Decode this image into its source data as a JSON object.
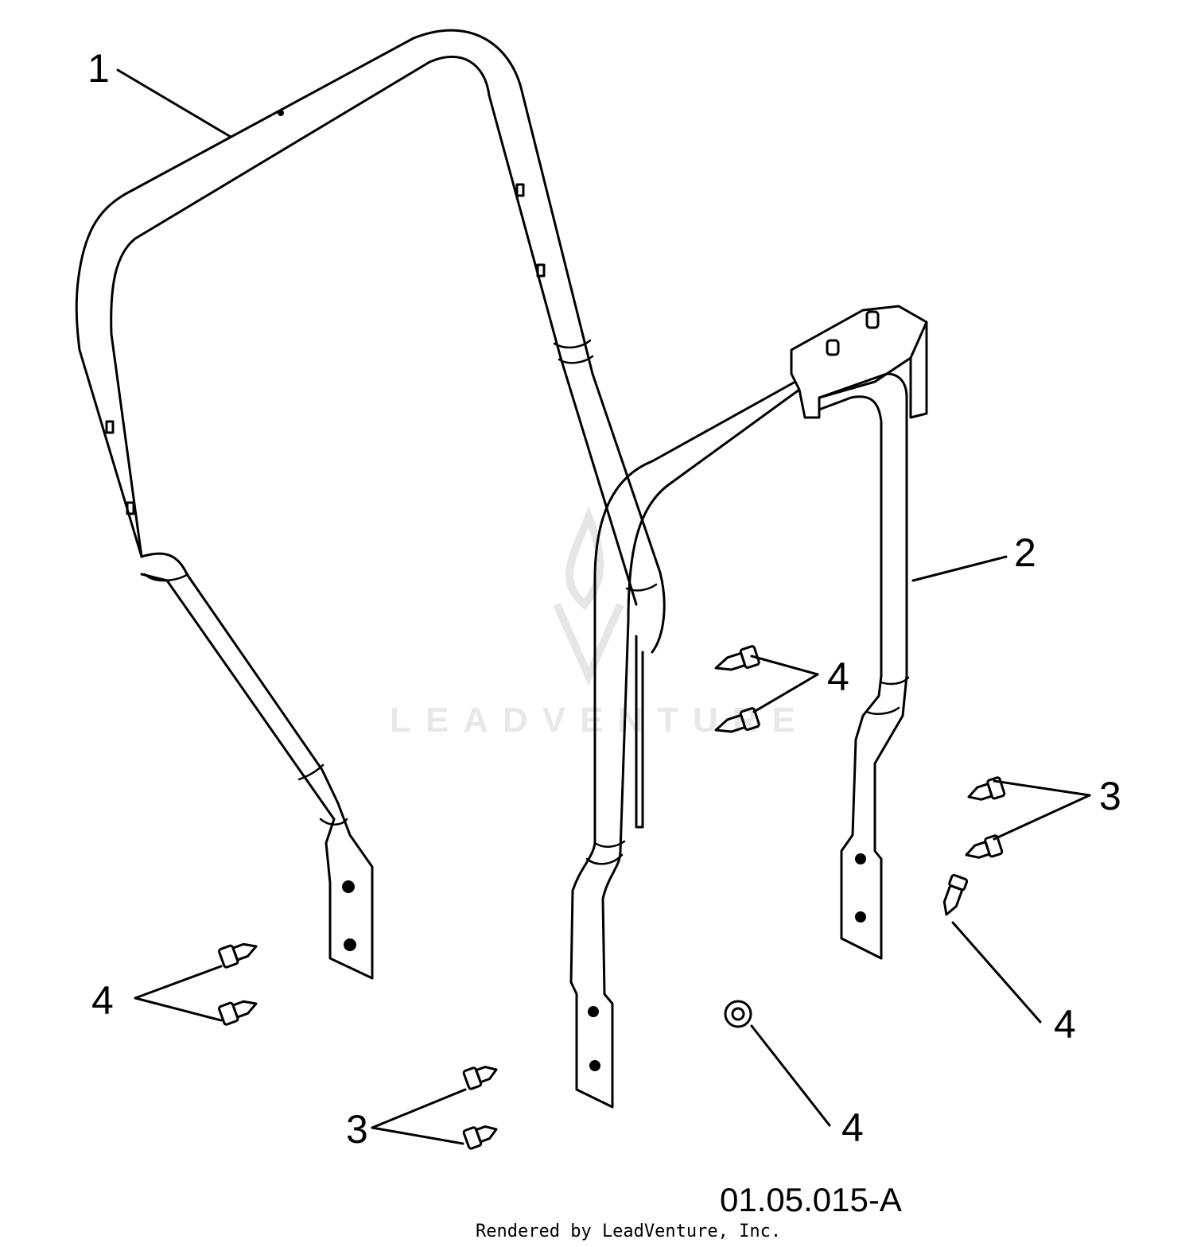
{
  "diagram": {
    "callouts": [
      {
        "id": "c1",
        "label": "1"
      },
      {
        "id": "c2",
        "label": "2"
      },
      {
        "id": "c3a",
        "label": "3"
      },
      {
        "id": "c3b",
        "label": "3"
      },
      {
        "id": "c4a",
        "label": "4"
      },
      {
        "id": "c4b",
        "label": "4"
      },
      {
        "id": "c4c",
        "label": "4"
      },
      {
        "id": "c4d",
        "label": "4"
      }
    ],
    "drawing_number": "01.05.015-A",
    "watermark": "LEADVENTURE",
    "credit": "Rendered by LeadVenture, Inc."
  },
  "colors": {
    "line": "#000000",
    "background": "#ffffff",
    "watermark": "#e8e8e8"
  }
}
